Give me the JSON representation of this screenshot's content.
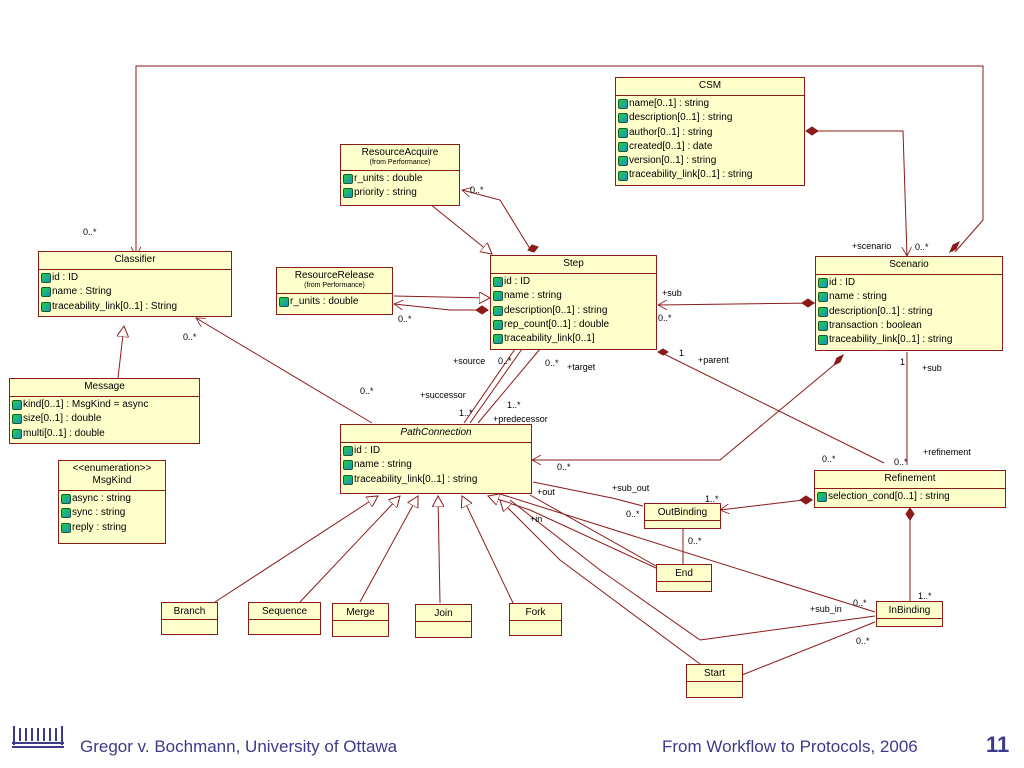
{
  "classes": {
    "csm": {
      "name": "CSM",
      "attrs": [
        "name[0..1] : string",
        "description[0..1] : string",
        "author[0..1] : string",
        "created[0..1] : date",
        "version[0..1] : string",
        "traceability_link[0..1] : string"
      ]
    },
    "resource_acquire": {
      "name": "ResourceAcquire",
      "from": "(from Performance)",
      "attrs": [
        "r_units : double",
        "priority : string"
      ]
    },
    "resource_release": {
      "name": "ResourceRelease",
      "from": "(from Performance)",
      "attrs": [
        "r_units : double"
      ]
    },
    "classifier": {
      "name": "Classifier",
      "attrs": [
        "id : ID",
        "name : String",
        "traceability_link[0..1] : String"
      ]
    },
    "step": {
      "name": "Step",
      "attrs": [
        "id : ID",
        "name : string",
        "description[0..1] : string",
        "rep_count[0..1] : double",
        "traceability_link[0..1]"
      ]
    },
    "scenario": {
      "name": "Scenario",
      "attrs": [
        "id : ID",
        "name : string",
        "description[0..1] : string",
        "transaction : boolean",
        "traceability_link[0..1] : string"
      ]
    },
    "message": {
      "name": "Message",
      "attrs": [
        "kind[0..1] : MsgKind = async",
        "size[0..1] : double",
        "multi[0..1] : double"
      ]
    },
    "msgkind": {
      "stereotype": "<<enumeration>>",
      "name": "MsgKind",
      "attrs": [
        "async : string",
        "sync : string",
        "reply : string"
      ]
    },
    "path_connection": {
      "name": "PathConnection",
      "attrs": [
        "id : ID",
        "name : string",
        "traceability_link[0..1] : string"
      ]
    },
    "refinement": {
      "name": "Refinement",
      "attrs": [
        "selection_cond[0..1] : string"
      ]
    },
    "out_binding": {
      "name": "OutBinding"
    },
    "in_binding": {
      "name": "InBinding"
    },
    "end": {
      "name": "End"
    },
    "start": {
      "name": "Start"
    },
    "branch": {
      "name": "Branch"
    },
    "sequence": {
      "name": "Sequence"
    },
    "merge": {
      "name": "Merge"
    },
    "join": {
      "name": "Join"
    },
    "fork": {
      "name": "Fork"
    }
  },
  "labels": {
    "classifier_mult": "0..*",
    "ra_mult": "0..*",
    "rr_mult": "0..*",
    "sub_role": "+sub",
    "sub_mult": "0..*",
    "scenario_role": "+scenario",
    "scenario_mult": "0..*",
    "pc_classifier_mult": "0..*",
    "pc_classifier_mult2": "0..*",
    "source_role": "+source",
    "source_mult": "0..*",
    "target_mult": "0..*",
    "target_role": "+target",
    "parent_mult": "1",
    "parent_role": "+parent",
    "successor_role": "+successor",
    "successor_mult": "1..*",
    "pred_mult": "1..*",
    "pred_role": "+predecessor",
    "scen_sub_mult": "1",
    "scen_sub_role": "+sub",
    "refinement_role": "+refinement",
    "refinement_mult": "0..*",
    "pc_scen_mult": "0..*",
    "pc_scen_mult2": "0..*",
    "out_role": "+out",
    "sub_out_role": "+sub_out",
    "ob_ref_mult": "1..*",
    "ob_mult": "0..*",
    "in_role": "+in",
    "end_mult": "0..*",
    "sub_in_role": "+sub_in",
    "ib_mult": "0..*",
    "ib_ref_mult": "1..*",
    "start_mult": "0..*"
  },
  "footer": {
    "author": "Gregor v. Bochmann, University of Ottawa",
    "title": "From Workflow to Protocols, 2006",
    "page": "11"
  },
  "colors": {
    "box_fill": "#ffffcc",
    "box_border": "#8b1a1a",
    "line": "#8b1a1a",
    "footer_text": "#3b3b8a"
  }
}
